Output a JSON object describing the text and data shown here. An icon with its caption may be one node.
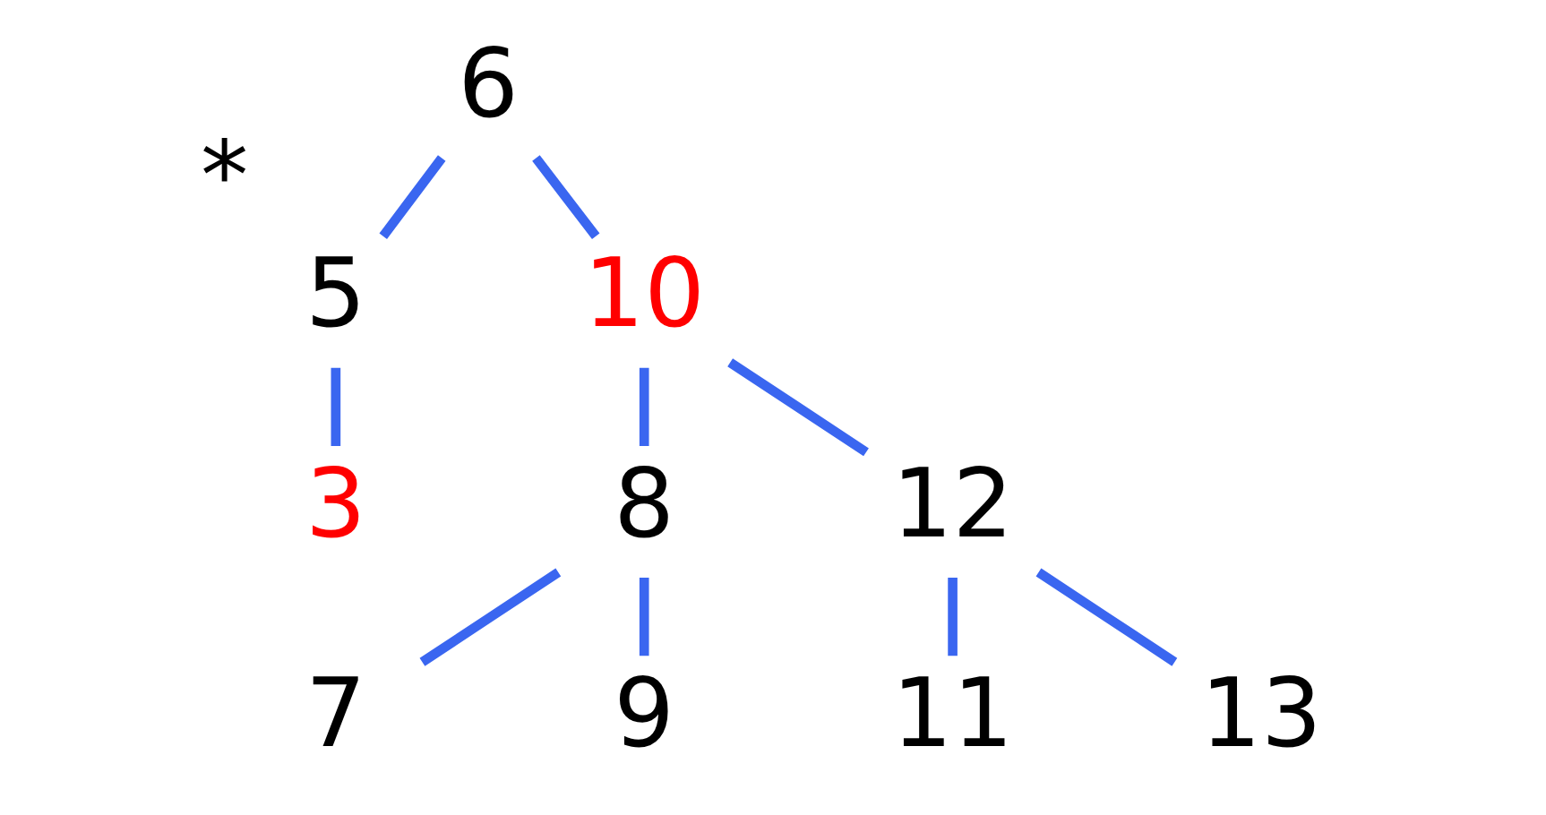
{
  "diagram": {
    "nodes": [
      {
        "text": [
          "6"
        ]
      },
      {
        "text": [
          "5"
        ],
        "beside": [
          "*"
        ]
      },
      {
        "text": [
          "10"
        ]
      },
      {
        "text": [
          "3"
        ]
      },
      {
        "text": [
          "8"
        ]
      },
      {
        "text": [
          "12"
        ]
      },
      {
        "text": [
          "7"
        ]
      },
      {
        "text": [
          "9"
        ]
      },
      {
        "text": [
          "11"
        ]
      },
      {
        "text": [
          "13"
        ]
      }
    ],
    "edges": [
      {
        "from": 0,
        "to": 1,
        "arrow": "none"
      },
      {
        "from": 0,
        "to": 2,
        "arrow": "none"
      },
      {
        "from": 1,
        "to": 3,
        "arrow": "none"
      },
      {
        "from": 2,
        "to": 4,
        "arrow": "none"
      },
      {
        "from": 2,
        "to": 5,
        "arrow": "none"
      },
      {
        "from": 4,
        "to": 6,
        "arrow": "none"
      },
      {
        "from": 4,
        "to": 7,
        "arrow": "none"
      },
      {
        "from": 5,
        "to": 8,
        "arrow": "none"
      },
      {
        "from": 5,
        "to": 9,
        "arrow": "none"
      }
    ]
  }
}
